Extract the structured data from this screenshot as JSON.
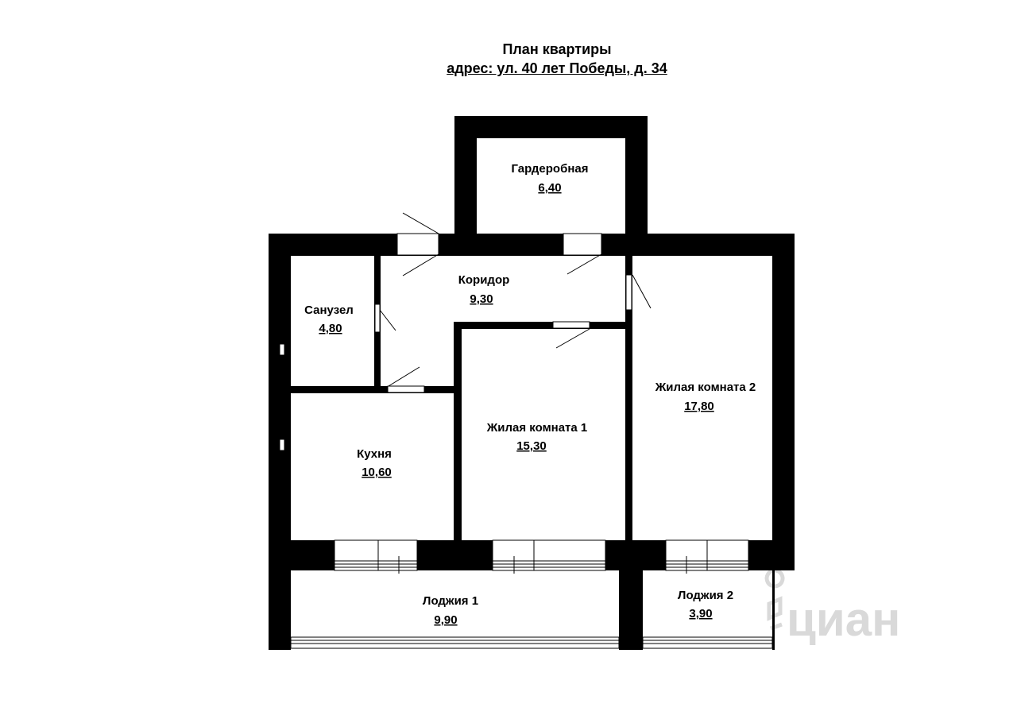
{
  "header": {
    "title": "План квартиры",
    "address": "адрес: ул. 40 лет Победы, д. 34"
  },
  "rooms": {
    "wardrobe": {
      "name": "Гардеробная",
      "area": "6,40"
    },
    "corridor": {
      "name": "Коридор",
      "area": "9,30"
    },
    "bathroom": {
      "name": "Санузел",
      "area": "4,80"
    },
    "kitchen": {
      "name": "Кухня",
      "area": "10,60"
    },
    "living1": {
      "name": "Жилая комната 1",
      "area": "15,30"
    },
    "living2": {
      "name": "Жилая комната 2",
      "area": "17,80"
    },
    "loggia1": {
      "name": "Лоджия 1",
      "area": "9,90"
    },
    "loggia2": {
      "name": "Лоджия 2",
      "area": "3,90"
    }
  },
  "watermark": {
    "text": "циан"
  },
  "colors": {
    "wall": "#000000",
    "background": "#ffffff",
    "watermark": "#d9d9d9"
  }
}
